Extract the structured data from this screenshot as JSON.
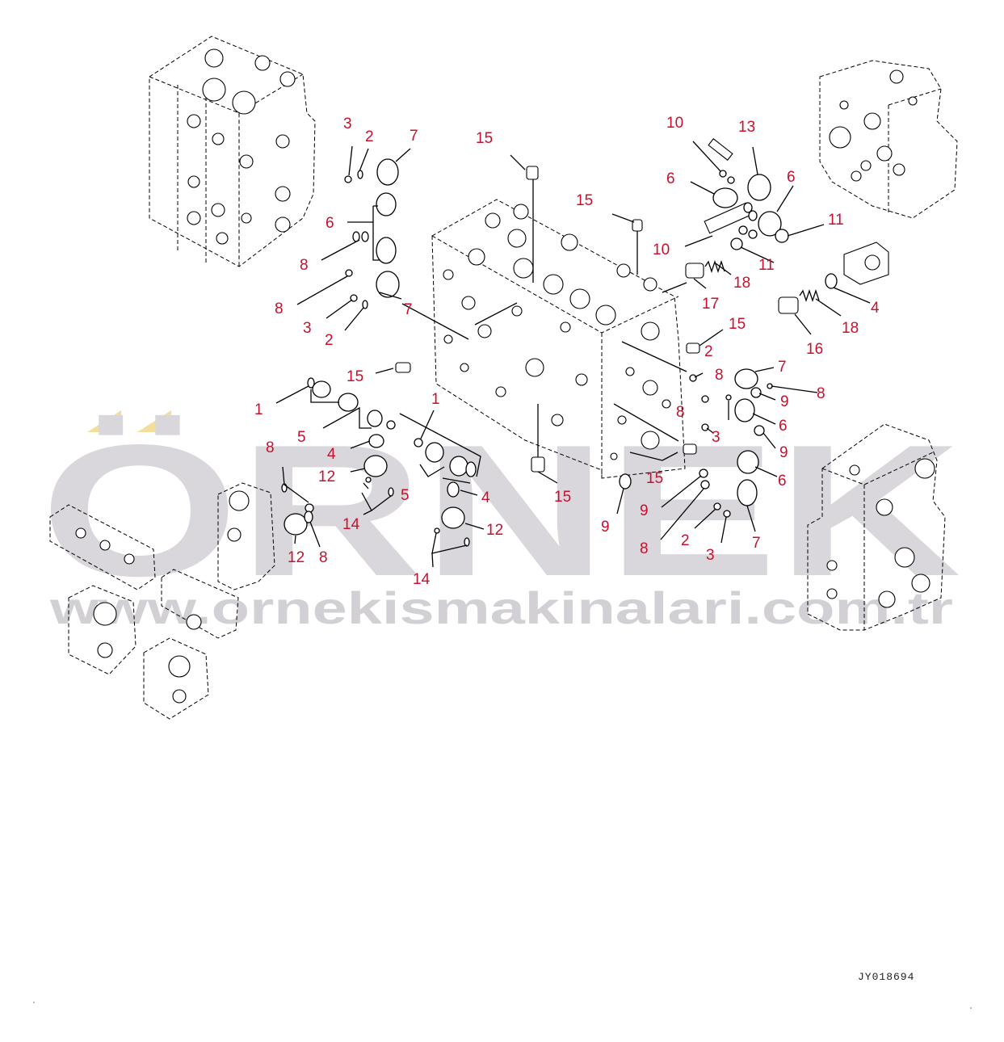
{
  "watermark": {
    "brand": "ÖRNEK",
    "url": "www.ornekismakinalari.com.tr",
    "brand_color": "#d9d7dc",
    "accent_color": "#f3df9a"
  },
  "drawing_code": "JY018694",
  "callout_color": "#c8102e",
  "callouts": [
    {
      "id": "c1",
      "text": "3"
    },
    {
      "id": "c2",
      "text": "2"
    },
    {
      "id": "c3",
      "text": "7"
    },
    {
      "id": "c4",
      "text": "6"
    },
    {
      "id": "c5",
      "text": "8"
    },
    {
      "id": "c6",
      "text": "8"
    },
    {
      "id": "c7",
      "text": "7"
    },
    {
      "id": "c8",
      "text": "3"
    },
    {
      "id": "c9",
      "text": "2"
    },
    {
      "id": "c10",
      "text": "15"
    },
    {
      "id": "c11",
      "text": "15"
    },
    {
      "id": "c12",
      "text": "10"
    },
    {
      "id": "c13",
      "text": "13"
    },
    {
      "id": "c14",
      "text": "6"
    },
    {
      "id": "c15",
      "text": "6"
    },
    {
      "id": "c16",
      "text": "11"
    },
    {
      "id": "c17",
      "text": "10"
    },
    {
      "id": "c18",
      "text": "11"
    },
    {
      "id": "c19",
      "text": "18"
    },
    {
      "id": "c20",
      "text": "17"
    },
    {
      "id": "c21",
      "text": "4"
    },
    {
      "id": "c22",
      "text": "18"
    },
    {
      "id": "c23",
      "text": "16"
    },
    {
      "id": "c24",
      "text": "15"
    },
    {
      "id": "c25",
      "text": "2"
    },
    {
      "id": "c26",
      "text": "15"
    },
    {
      "id": "c27",
      "text": "1"
    },
    {
      "id": "c28",
      "text": "5"
    },
    {
      "id": "c29",
      "text": "1"
    },
    {
      "id": "c30",
      "text": "8"
    },
    {
      "id": "c31",
      "text": "4"
    },
    {
      "id": "c32",
      "text": "12"
    },
    {
      "id": "c33",
      "text": "5"
    },
    {
      "id": "c34",
      "text": "4"
    },
    {
      "id": "c35",
      "text": "14"
    },
    {
      "id": "c36",
      "text": "12"
    },
    {
      "id": "c37",
      "text": "8"
    },
    {
      "id": "c38",
      "text": "12"
    },
    {
      "id": "c39",
      "text": "14"
    },
    {
      "id": "c40",
      "text": "15"
    },
    {
      "id": "c41",
      "text": "8"
    },
    {
      "id": "c42",
      "text": "7"
    },
    {
      "id": "c43",
      "text": "8"
    },
    {
      "id": "c44",
      "text": "9"
    },
    {
      "id": "c45",
      "text": "8"
    },
    {
      "id": "c46",
      "text": "6"
    },
    {
      "id": "c47",
      "text": "3"
    },
    {
      "id": "c48",
      "text": "9"
    },
    {
      "id": "c49",
      "text": "6"
    },
    {
      "id": "c50",
      "text": "15"
    },
    {
      "id": "c51",
      "text": "9"
    },
    {
      "id": "c52",
      "text": "9"
    },
    {
      "id": "c53",
      "text": "7"
    },
    {
      "id": "c54",
      "text": "2"
    },
    {
      "id": "c55",
      "text": "8"
    },
    {
      "id": "c56",
      "text": "3"
    }
  ]
}
